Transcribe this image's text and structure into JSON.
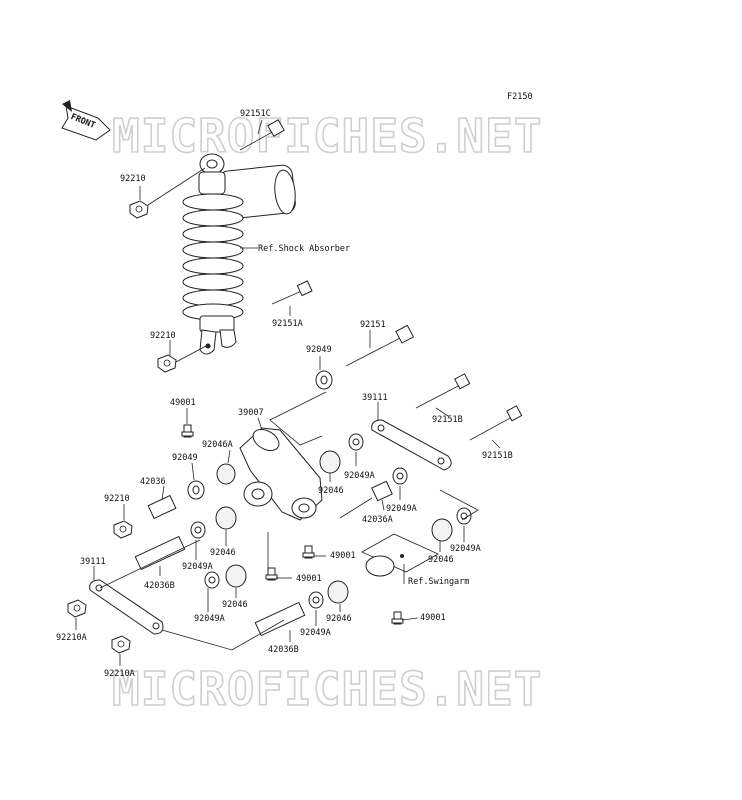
{
  "diagram": {
    "code": "F2150",
    "front_label": "FRONT",
    "watermark": "MICROFICHES.NET",
    "references": {
      "shock": "Ref.Shock Absorber",
      "swingarm": "Ref.Swingarm"
    },
    "part_labels": [
      "92151C",
      "92210",
      "92210",
      "92151A",
      "92151",
      "92049",
      "49001",
      "39007",
      "39111",
      "92151B",
      "92151B",
      "92046A",
      "92049",
      "92049A",
      "42036",
      "92046",
      "92049A",
      "42036A",
      "92210",
      "92046",
      "49001",
      "92046",
      "92049A",
      "39111",
      "92049A",
      "42036B",
      "49001",
      "92046",
      "92049A",
      "92210A",
      "92046",
      "92049A",
      "49001",
      "42036B",
      "92210A"
    ]
  }
}
